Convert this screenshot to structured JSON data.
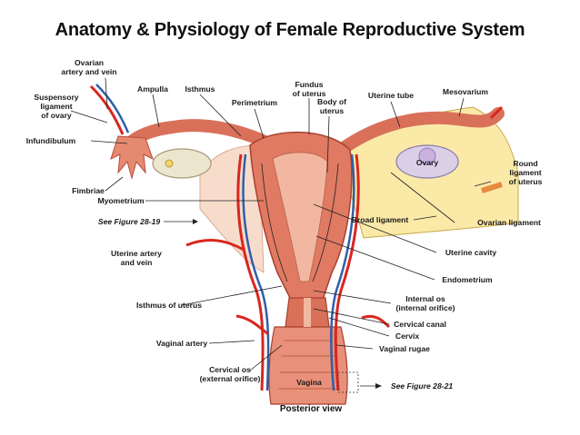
{
  "title": "Anatomy & Physiology of Female Reproductive System",
  "caption": "Posterior view",
  "labels": {
    "ovarian_artery_1": "Ovarian",
    "ovarian_artery_2": "artery and vein",
    "ampulla": "Ampulla",
    "isthmus": "Isthmus",
    "suspensory_1": "Suspensory",
    "suspensory_2": "ligament",
    "suspensory_3": "of ovary",
    "perimetrium": "Perimetrium",
    "fundus_1": "Fundus",
    "fundus_2": "of uterus",
    "body_1": "Body of",
    "body_2": "uterus",
    "uterine_tube": "Uterine tube",
    "mesovarium": "Mesovarium",
    "infundibulum": "Infundibulum",
    "ovary": "Ovary",
    "round_1": "Round",
    "round_2": "ligament",
    "round_3": "of uterus",
    "fimbriae": "Fimbriae",
    "myometrium": "Myometrium",
    "see_fig_19": "See Figure 28-19",
    "broad_ligament": "Broad ligament",
    "ovarian_ligament": "Ovarian ligament",
    "uterine_artery_1": "Uterine artery",
    "uterine_artery_2": "and vein",
    "uterine_cavity": "Uterine cavity",
    "endometrium": "Endometrium",
    "isthmus_uterus": "Isthmus of uterus",
    "internal_os_1": "Internal os",
    "internal_os_2": "(internal orifice)",
    "cervical_canal": "Cervical canal",
    "cervix": "Cervix",
    "vaginal_artery": "Vaginal artery",
    "vaginal_rugae": "Vaginal rugae",
    "cervical_os_1": "Cervical os",
    "cervical_os_2": "(external orifice)",
    "vagina": "Vagina",
    "see_fig_21": "See Figure 28-21"
  },
  "colors": {
    "tissue": "#e07a63",
    "tissue_dark": "#b8493a",
    "inner": "#f2b7a0",
    "ligament": "#fbe9a8",
    "artery": "#d8271f",
    "vein": "#2f5fa8",
    "ovary": "#ece6cf"
  }
}
